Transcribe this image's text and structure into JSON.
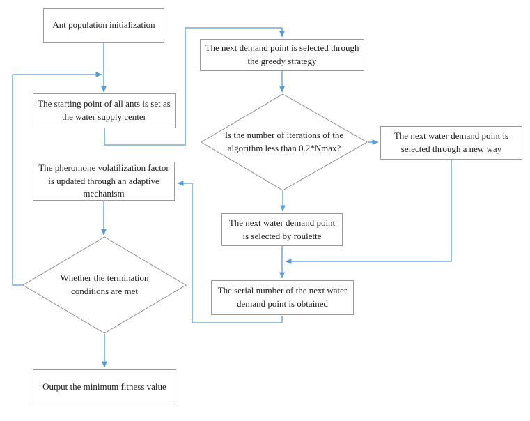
{
  "diagram": {
    "type": "flowchart",
    "colors": {
      "arrow": "#5b9bd5",
      "node_border": "#9a9a9a",
      "decision_border": "#8f8f8f",
      "text": "#1f1f1f",
      "node_fill": "#ffffff",
      "background": "#ffffff"
    },
    "nodes": [
      {
        "id": "ant-init",
        "shape": "rect",
        "label": "Ant population initialization"
      },
      {
        "id": "greedy",
        "shape": "rect",
        "label": "The next demand point is selected through the greedy strategy"
      },
      {
        "id": "start-point",
        "shape": "rect",
        "label": "The starting point of all ants is set as the water supply center"
      },
      {
        "id": "iterations-decision",
        "shape": "diamond",
        "label": "Is the number of iterations of the algorithm less than 0.2*Nmax?"
      },
      {
        "id": "new-way",
        "shape": "rect",
        "label": "The next water demand point is selected through a new way"
      },
      {
        "id": "pheromone",
        "shape": "rect",
        "label": "The pheromone volatilization factor is updated through an adaptive mechanism"
      },
      {
        "id": "roulette",
        "shape": "rect",
        "label": "The next water demand point is selected by roulette"
      },
      {
        "id": "serial",
        "shape": "rect",
        "label": "The serial number of the next water demand point is obtained"
      },
      {
        "id": "termination-decision",
        "shape": "diamond",
        "label": "Whether the termination conditions are met"
      },
      {
        "id": "output",
        "shape": "rect",
        "label": "Output the minimum fitness value"
      }
    ],
    "edges": [
      {
        "from": "ant-init",
        "to": "start-point"
      },
      {
        "from": "termination-decision",
        "to": "start-point"
      },
      {
        "from": "start-point",
        "to": "greedy"
      },
      {
        "from": "greedy",
        "to": "iterations-decision"
      },
      {
        "from": "iterations-decision",
        "to": "new-way"
      },
      {
        "from": "iterations-decision",
        "to": "roulette"
      },
      {
        "from": "new-way",
        "to": "roulette-serial-junction"
      },
      {
        "from": "roulette",
        "to": "serial"
      },
      {
        "from": "serial",
        "to": "pheromone"
      },
      {
        "from": "pheromone",
        "to": "termination-decision"
      },
      {
        "from": "termination-decision",
        "to": "output"
      }
    ]
  }
}
